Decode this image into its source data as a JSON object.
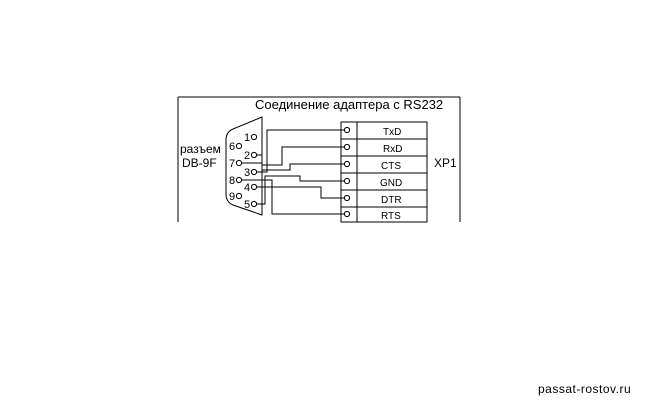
{
  "diagram": {
    "title": "Соединение адаптера с RS232",
    "connector_label_line1": "разъем",
    "connector_label_line2": "DB-9F",
    "xp_label": "XP1",
    "pins": [
      {
        "name": "1"
      },
      {
        "name": "2"
      },
      {
        "name": "3"
      },
      {
        "name": "4"
      },
      {
        "name": "5"
      },
      {
        "name": "6"
      },
      {
        "name": "7"
      },
      {
        "name": "8"
      },
      {
        "name": "9"
      }
    ],
    "signals": [
      {
        "name": "TxD"
      },
      {
        "name": "RxD"
      },
      {
        "name": "CTS"
      },
      {
        "name": "GND"
      },
      {
        "name": "DTR"
      },
      {
        "name": "RTS"
      }
    ],
    "connections": [
      {
        "pin": "3",
        "signal": "TxD"
      },
      {
        "pin": "2",
        "signal": "RxD"
      },
      {
        "pin": "7",
        "signal": "CTS"
      },
      {
        "pin": "5",
        "signal": "GND"
      },
      {
        "pin": "4",
        "signal": "DTR"
      },
      {
        "pin": "8",
        "signal": "RTS"
      }
    ]
  },
  "watermark": "passat-rostov.ru"
}
